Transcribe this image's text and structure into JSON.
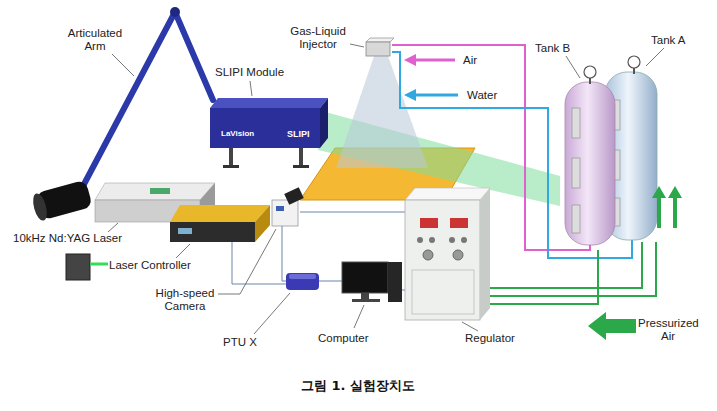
{
  "diagram": {
    "caption": "그림 1. 실험장치도",
    "labels": [
      "Articulated Arm",
      "SLIPI Module",
      "Gas-Liquid Injector",
      "Air",
      "Tank B",
      "Tank A",
      "Water",
      "LaVision",
      "SLIPI",
      "10kHz Nd:YAG Laser",
      "Laser Controller",
      "High-speed Camera",
      "PTU X",
      "Computer",
      "Regulator",
      "Pressurized Air"
    ]
  }
}
